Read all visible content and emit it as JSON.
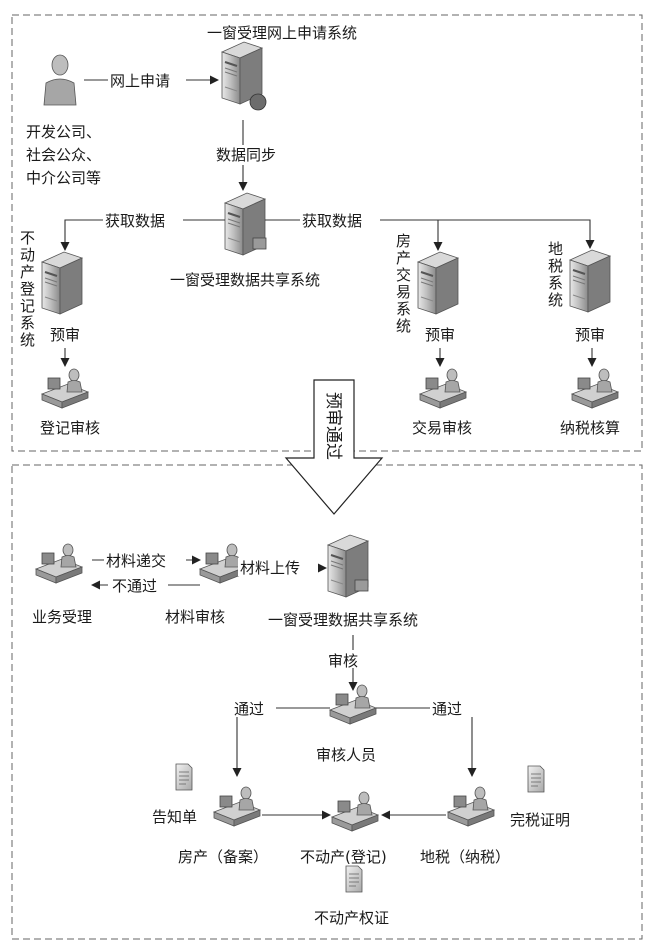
{
  "top": {
    "online_system": "一窗受理网上申请系统",
    "online_apply": "网上申请",
    "applicants": [
      "开发公司、",
      "社会公众、",
      "中介公司等"
    ],
    "data_sync": "数据同步",
    "fetch_left": "获取数据",
    "fetch_right": "获取数据",
    "share_system": "一窗受理数据共享系统",
    "realty_reg_system": [
      "不",
      "动",
      "产",
      "登",
      "记",
      "系",
      "统"
    ],
    "house_trade_system": [
      "房",
      "产",
      "交",
      "易",
      "系",
      "统"
    ],
    "land_tax_system": [
      "地",
      "税",
      "系",
      "统"
    ],
    "pre_review": "预审",
    "review_reg": "登记审核",
    "review_trade": "交易审核",
    "review_tax": "纳税核算"
  },
  "middle": {
    "pass_arrow": "预审通过"
  },
  "bottom": {
    "submit": "材料递交",
    "reject": "不通过",
    "upload": "材料上传",
    "business": "业务受理",
    "material_review": "材料审核",
    "share_system": "一窗受理数据共享系统",
    "audit": "审核",
    "pass_left": "通过",
    "pass_right": "通过",
    "auditor": "审核人员",
    "notice": "告知单",
    "tax_proof": "完税证明",
    "house_filing": "房产（备案）",
    "realty_reg": "不动产(登记)",
    "land_tax": "地税（纳税）",
    "certificate": "不动产权证"
  },
  "colors": {
    "frame": "#666666",
    "device": "#9a9a9a",
    "device_dark": "#555555",
    "arrow_fill": "#ffffff"
  },
  "icons": [
    "server-icon",
    "user-icon",
    "operator-desk-icon",
    "document-icon"
  ]
}
